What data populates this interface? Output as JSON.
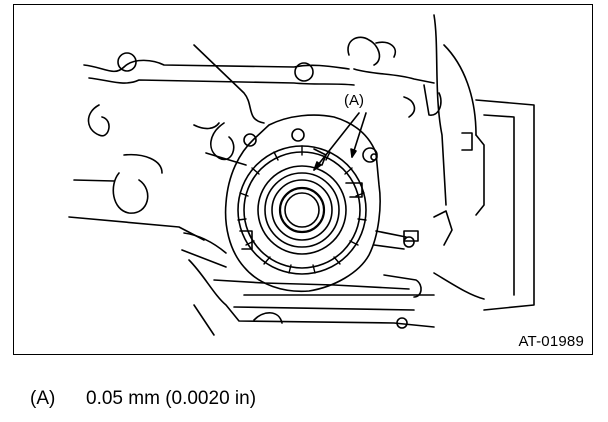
{
  "figure": {
    "id_label": "AT-01989",
    "callout": "(A)"
  },
  "legend": [
    {
      "tag": "(A)",
      "text": "0.05 mm (0.0020 in)"
    }
  ]
}
